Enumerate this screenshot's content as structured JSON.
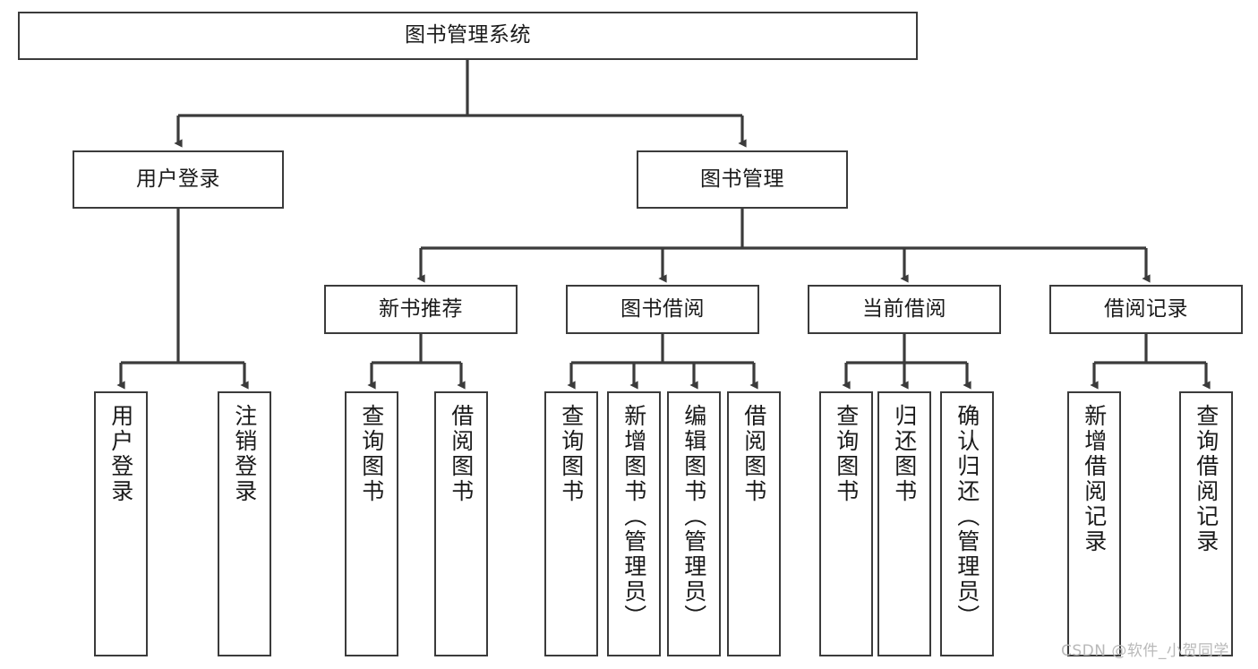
{
  "diagram": {
    "title": "图书管理系统",
    "type": "tree-hierarchy-diagram",
    "style": {
      "background": "#ffffff",
      "box_border": "#3b3b3b",
      "box_fill": "#ffffff",
      "text_color": "#1a1a1a",
      "edge_color": "#3b3b3b",
      "watermark_color": "#b9b9b9"
    },
    "root": {
      "label": "图书管理系统"
    },
    "level2": [
      {
        "label": "用户登录"
      },
      {
        "label": "图书管理"
      }
    ],
    "level3": [
      {
        "label": "新书推荐"
      },
      {
        "label": "图书借阅"
      },
      {
        "label": "当前借阅"
      },
      {
        "label": "借阅记录"
      }
    ],
    "leaves": {
      "user_login": [
        {
          "label": "用户登录"
        },
        {
          "label": "注销登录"
        }
      ],
      "new_book_recommend": [
        {
          "label": "查询图书"
        },
        {
          "label": "借阅图书"
        }
      ],
      "book_borrow": [
        {
          "label": "查询图书"
        },
        {
          "label": "新增图书（管理员）"
        },
        {
          "label": "编辑图书（管理员）"
        },
        {
          "label": "借阅图书"
        }
      ],
      "current_borrow": [
        {
          "label": "查询图书"
        },
        {
          "label": "归还图书"
        },
        {
          "label": "确认归还（管理员）"
        }
      ],
      "borrow_record": [
        {
          "label": "新增借阅记录"
        },
        {
          "label": "查询借阅记录"
        }
      ]
    }
  },
  "watermark": {
    "text": "CSDN @软件_小贺同学"
  }
}
